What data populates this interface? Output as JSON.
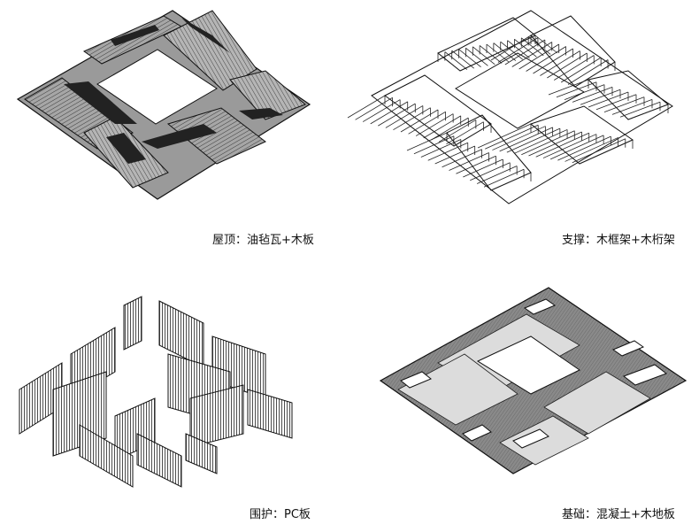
{
  "panels": {
    "roof": {
      "caption": "屋顶：油毡瓦+木板"
    },
    "frame": {
      "caption": "支撑：木框架+木桁架"
    },
    "wall": {
      "caption": "围护：PC板"
    },
    "base": {
      "caption": "基础：混凝土+木地板"
    }
  },
  "colors": {
    "line": "#111111",
    "roof_gray": "#8f8f8f",
    "roof_dark": "#2a2a2a",
    "base_dark": "#7d7d7d",
    "base_light": "#dcdcdc",
    "white": "#ffffff"
  }
}
